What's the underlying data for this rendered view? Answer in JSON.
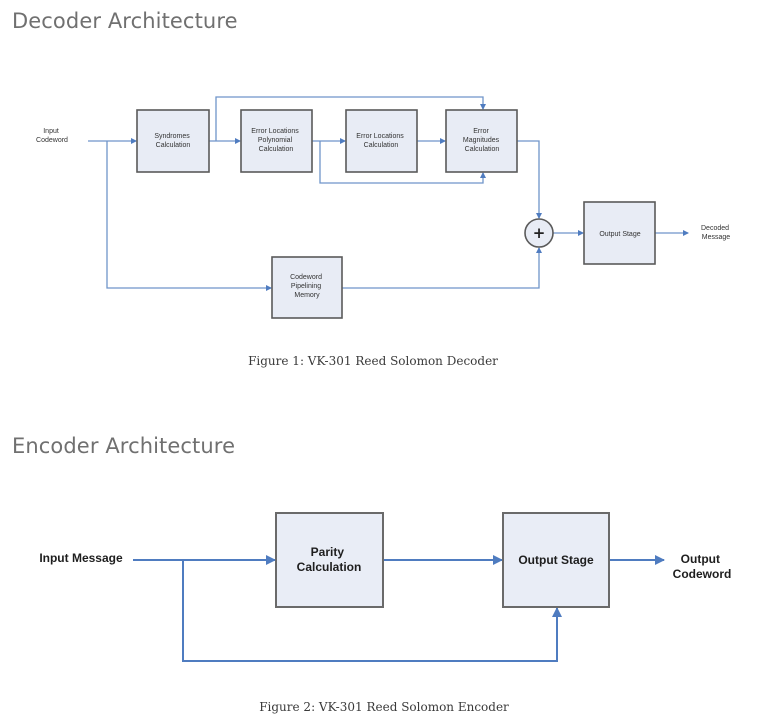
{
  "sections": {
    "decoder": {
      "title": "Decoder Architecture"
    },
    "encoder": {
      "title": "Encoder Architecture"
    }
  },
  "decoder": {
    "input_label": [
      "Input",
      "Codeword"
    ],
    "blocks": {
      "syndromes": [
        "Syndromes",
        "Calculation"
      ],
      "error_loc_poly": [
        "Error Locations",
        "Polynomial",
        "Calculation"
      ],
      "error_loc_calc": [
        "Error Locations",
        "Calculation"
      ],
      "error_mag": [
        "Error",
        "Magnitudes",
        "Calculation"
      ],
      "output_stage": [
        "Output Stage"
      ],
      "pipeline_memory": [
        "Codeword",
        "Pipelining",
        "Memory"
      ]
    },
    "summing_junction_symbol": "+",
    "output_label": [
      "Decoded",
      "Message"
    ],
    "caption": "Figure 1: VK-301 Reed Solomon Decoder"
  },
  "encoder": {
    "input_label": "Input Message",
    "blocks": {
      "parity": [
        "Parity",
        "Calculation"
      ],
      "output_stage": [
        "Output Stage"
      ]
    },
    "output_label": [
      "Output",
      "Codeword"
    ],
    "caption": "Figure 2: VK-301 Reed Solomon Encoder"
  },
  "colors": {
    "wire": "#6f95c9",
    "wire_encoder": "#4f7cc0",
    "block_fill": "#e8ecf5",
    "block_stroke": "#5a5a5a",
    "title_text": "#707070"
  }
}
